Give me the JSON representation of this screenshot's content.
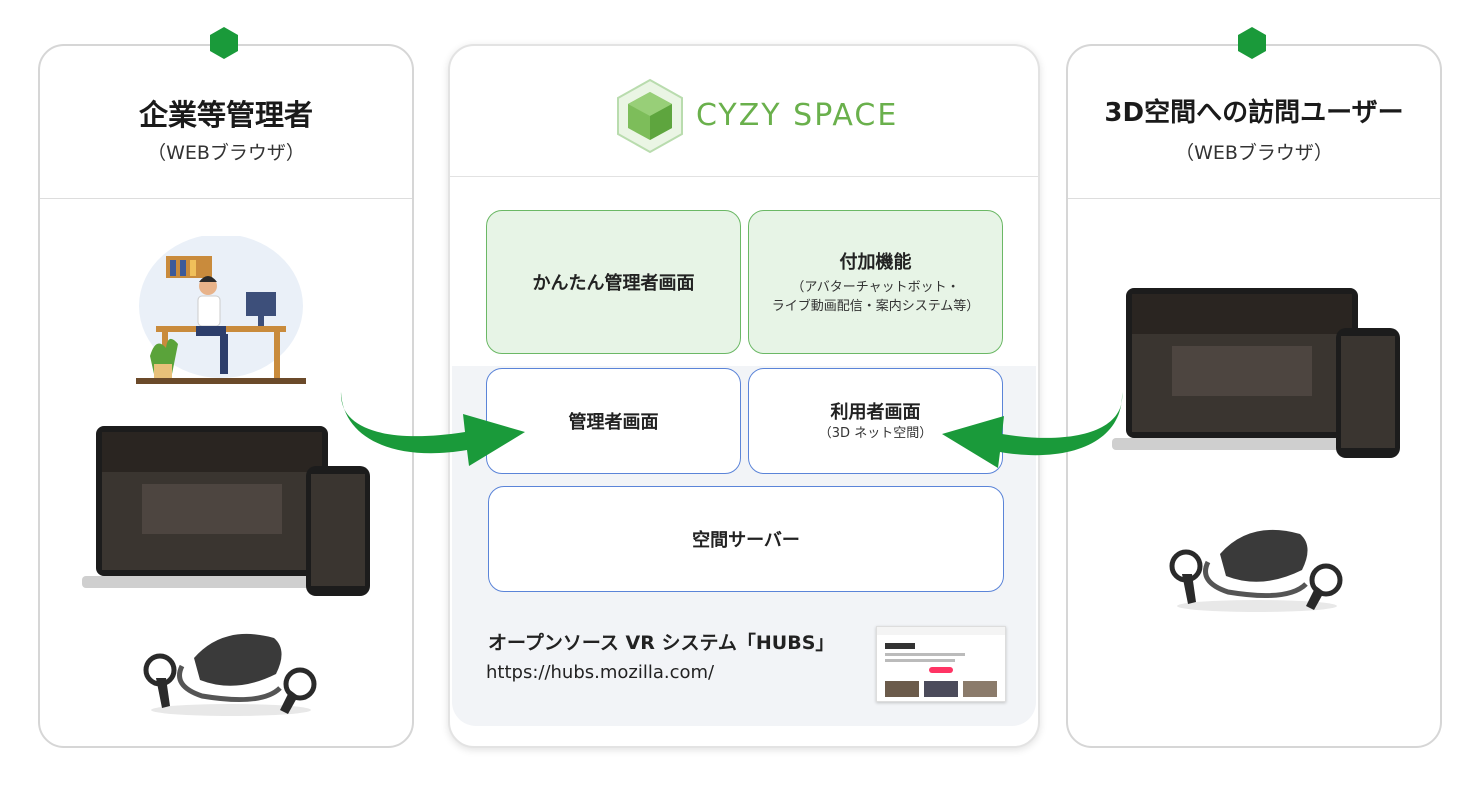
{
  "left_panel": {
    "title": "企業等管理者",
    "subtitle": "（WEBブラウザ）"
  },
  "right_panel": {
    "title": "3D空間への訪問ユーザー",
    "subtitle": "（WEBブラウザ）"
  },
  "center_panel": {
    "logo_text": "CYZY SPACE",
    "boxes": {
      "easy_admin": {
        "label": "かんたん管理者画面"
      },
      "addon": {
        "label": "付加機能",
        "sub_line1": "（アバターチャットボット・",
        "sub_line2": "ライブ動画配信・案内システム等）"
      },
      "admin": {
        "label": "管理者画面"
      },
      "user": {
        "label": "利用者画面",
        "sub": "（3D ネット空間）"
      },
      "server": {
        "label": "空間サーバー"
      }
    },
    "hubs": {
      "title": "オープンソース VR システム「HUBS」",
      "url": "https://hubs.mozilla.com/"
    }
  },
  "colors": {
    "accent_green": "#1a9a3a",
    "logo_green": "#6ab04c",
    "box_green_fill": "#e7f4e6",
    "box_blue_border": "#5b84d8"
  },
  "icons": [
    "hexagon-badge-icon",
    "hexagon-logo-icon",
    "curved-arrow-right-icon",
    "curved-arrow-left-icon"
  ]
}
